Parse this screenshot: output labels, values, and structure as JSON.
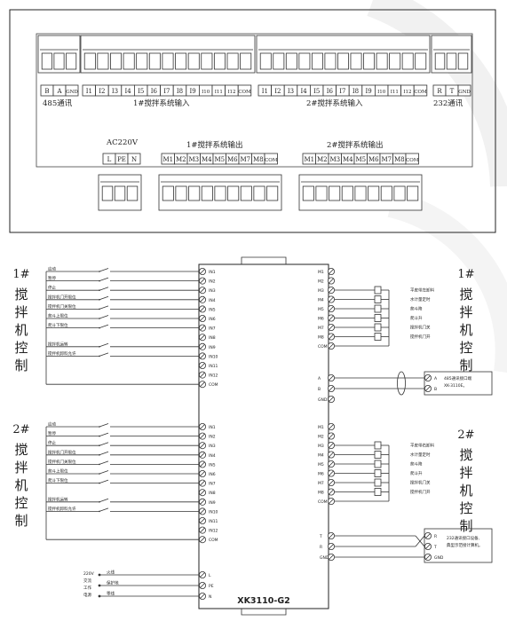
{
  "model": "XK3110-G2",
  "panel": {
    "top_left_labels": [
      "B",
      "A",
      "GND"
    ],
    "top_left_caption": "485通讯",
    "top_mid1_labels": [
      "I1",
      "I2",
      "I3",
      "I4",
      "I5",
      "I6",
      "I7",
      "I8",
      "I9",
      "I10",
      "I11",
      "I12",
      "COM"
    ],
    "top_mid1_caption": "1#搅拌系统输入",
    "top_mid2_labels": [
      "I1",
      "I2",
      "I3",
      "I4",
      "I5",
      "I6",
      "I7",
      "I8",
      "I9",
      "I10",
      "I11",
      "I12",
      "COM"
    ],
    "top_mid2_caption": "2#搅拌系统输入",
    "top_right_labels": [
      "R",
      "T",
      "GND"
    ],
    "top_right_caption": "232通讯",
    "power_caption": "AC220V",
    "power_labels": [
      "L",
      "PE",
      "N"
    ],
    "out1_caption": "1#搅拌系统输出",
    "out1_labels": [
      "M1",
      "M2",
      "M3",
      "M4",
      "M5",
      "M6",
      "M7",
      "M8",
      "COM"
    ],
    "out2_caption": "2#搅拌系统输出",
    "out2_labels": [
      "M1",
      "M2",
      "M3",
      "M4",
      "M5",
      "M6",
      "M7",
      "M8",
      "COM"
    ]
  },
  "wiring": {
    "side_left_1": [
      "1#",
      "搅",
      "拌",
      "机",
      "控",
      "制"
    ],
    "side_left_2": [
      "2#",
      "搅",
      "拌",
      "机",
      "控",
      "制"
    ],
    "side_right_1": [
      "1#",
      "搅",
      "拌",
      "机",
      "控",
      "制"
    ],
    "side_right_2": [
      "2#",
      "搅",
      "拌",
      "机",
      "控",
      "制"
    ],
    "inputs_group1": [
      "启动",
      "暂停",
      "停止",
      "搅拌机门开限位",
      "搅拌机门关限位",
      "爬斗上限位",
      "爬斗下限位",
      "",
      "搅拌机运转",
      "搅拌机卸料允许",
      "",
      ""
    ],
    "inputs_group2": [
      "启动",
      "暂停",
      "停止",
      "搅拌机门开限位",
      "搅拌机门关限位",
      "爬斗上限位",
      "爬斗下限位",
      "",
      "搅拌机运转",
      "搅拌机卸料允许",
      "",
      ""
    ],
    "input_pins": [
      "IN1",
      "IN2",
      "IN3",
      "IN4",
      "IN5",
      "IN6",
      "IN7",
      "IN8",
      "IN9",
      "IN10",
      "IN11",
      "IN12",
      "COM"
    ],
    "output_pins": [
      "M1",
      "M2",
      "M3",
      "M4",
      "M5",
      "M6",
      "M7",
      "M8",
      "COM"
    ],
    "outputs_group1": [
      "平皮带左卸料",
      "水计量定时",
      "爬斗降",
      "爬斗升",
      "搅拌机门关",
      "搅拌机门开"
    ],
    "outputs_group2": [
      "平皮带右卸料",
      "水计量定时",
      "爬斗降",
      "爬斗升",
      "搅拌机门关",
      "搅拌机门开"
    ],
    "rs485_pins": [
      "A",
      "B",
      "GND1"
    ],
    "rs485_remote_pins": [
      "A",
      "B"
    ],
    "rs485_note": [
      "485通讯接口端",
      "XK-3110E。"
    ],
    "rs232_pins": [
      "T",
      "R",
      "GND"
    ],
    "rs232_remote_pins": [
      "R",
      "T",
      "GND"
    ],
    "rs232_note": [
      "232通讯接口设备,",
      "典型示范接计算机。"
    ],
    "power_note": [
      "220V",
      "交流",
      "工作",
      "电源"
    ],
    "power_wires": [
      "火线",
      "保护地",
      "零线"
    ],
    "power_pins": [
      "L",
      "PE",
      "N"
    ]
  }
}
